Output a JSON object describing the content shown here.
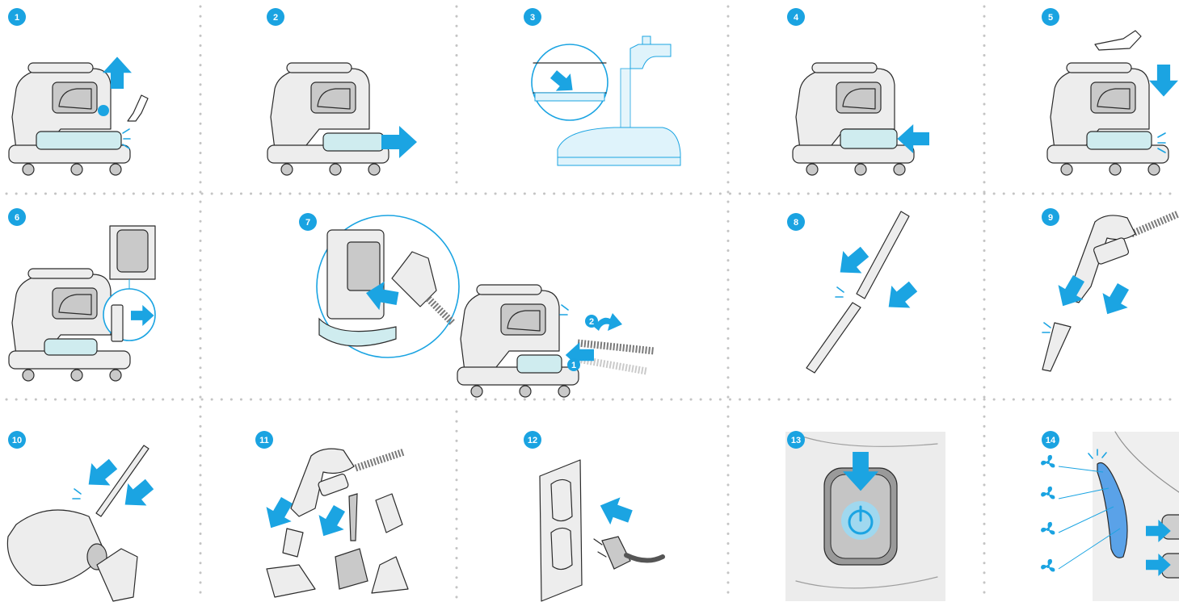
{
  "steps": [
    {
      "number": "1",
      "icon": "lift-lid-icon"
    },
    {
      "number": "2",
      "icon": "remove-water-tank-icon"
    },
    {
      "number": "3",
      "icon": "fill-water-tank-icon"
    },
    {
      "number": "4",
      "icon": "insert-water-tank-icon"
    },
    {
      "number": "5",
      "icon": "close-lid-icon"
    },
    {
      "number": "6",
      "icon": "open-hose-port-icon"
    },
    {
      "number": "7",
      "icon": "connect-hose-icon"
    },
    {
      "number": "8",
      "icon": "assemble-wand-icon"
    },
    {
      "number": "9",
      "icon": "attach-handle-to-wand-icon"
    },
    {
      "number": "10",
      "icon": "attach-floor-nozzle-icon"
    },
    {
      "number": "11",
      "icon": "attach-accessory-tool-icon"
    },
    {
      "number": "12",
      "icon": "plug-into-outlet-icon"
    },
    {
      "number": "13",
      "icon": "press-power-button-icon"
    },
    {
      "number": "14",
      "icon": "adjust-fan-speed-icon"
    }
  ],
  "callouts": {
    "step7_a": "1",
    "step7_b": "2"
  },
  "colors": {
    "accent": "#1aa3e1",
    "dots": "#c4c4c4",
    "line": "#2b2b2b",
    "water": "#cfecef"
  }
}
